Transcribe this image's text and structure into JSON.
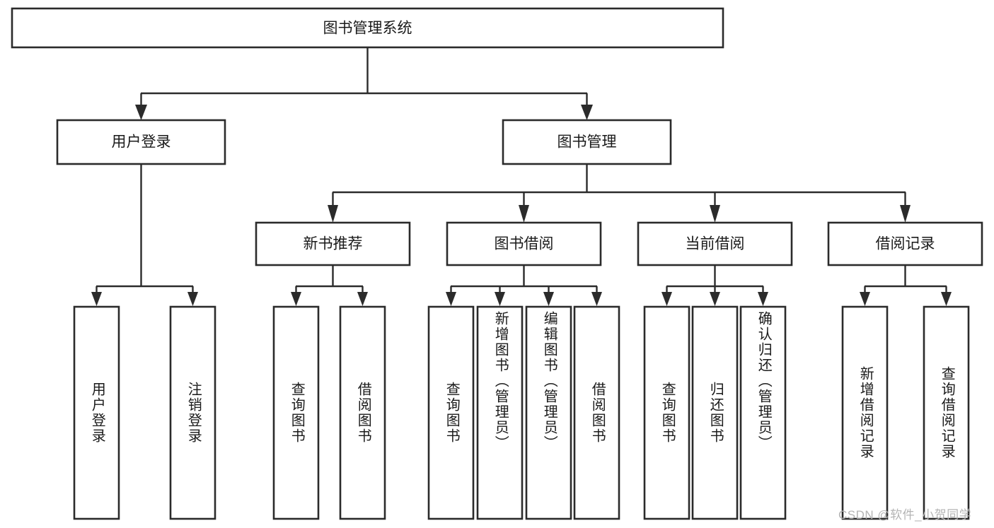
{
  "diagram": {
    "type": "tree",
    "title": "图书管理系统",
    "orientation": "top-down",
    "colors": {
      "box_fill": "#ffffff",
      "box_stroke": "#2b2b2b",
      "connector": "#2b2b2b",
      "text": "#1a1a1a",
      "background": "#ffffff",
      "watermark": "#b4b4b4"
    },
    "root": {
      "label": "图书管理系统",
      "name": "root-node"
    },
    "level2": [
      {
        "label": "用户登录",
        "name": "node-user-login"
      },
      {
        "label": "图书管理",
        "name": "node-book-management"
      }
    ],
    "level3": [
      {
        "label": "新书推荐",
        "name": "node-new-book-recommend"
      },
      {
        "label": "图书借阅",
        "name": "node-book-borrow"
      },
      {
        "label": "当前借阅",
        "name": "node-current-borrow"
      },
      {
        "label": "借阅记录",
        "name": "node-borrow-record"
      }
    ],
    "leaves": {
      "user_login": [
        {
          "label": "用户登录",
          "name": "leaf-user-login"
        },
        {
          "label": "注销登录",
          "name": "leaf-logout"
        }
      ],
      "new_book_recommend": [
        {
          "label": "查询图书",
          "name": "leaf-query-book-recommend"
        },
        {
          "label": "借阅图书",
          "name": "leaf-borrow-book-recommend"
        }
      ],
      "book_borrow": [
        {
          "label": "查询图书",
          "name": "leaf-query-book-borrow"
        },
        {
          "label": "新增图书（管理员）",
          "name": "leaf-add-book-admin"
        },
        {
          "label": "编辑图书（管理员）",
          "name": "leaf-edit-book-admin"
        },
        {
          "label": "借阅图书",
          "name": "leaf-borrow-book"
        }
      ],
      "current_borrow": [
        {
          "label": "查询图书",
          "name": "leaf-query-book-current"
        },
        {
          "label": "归还图书",
          "name": "leaf-return-book"
        },
        {
          "label": "确认归还（管理员）",
          "name": "leaf-confirm-return-admin"
        }
      ],
      "borrow_record": [
        {
          "label": "新增借阅记录",
          "name": "leaf-add-borrow-record"
        },
        {
          "label": "查询借阅记录",
          "name": "leaf-query-borrow-record"
        }
      ]
    }
  },
  "watermark": {
    "text": "CSDN @软件_小贺同学"
  }
}
